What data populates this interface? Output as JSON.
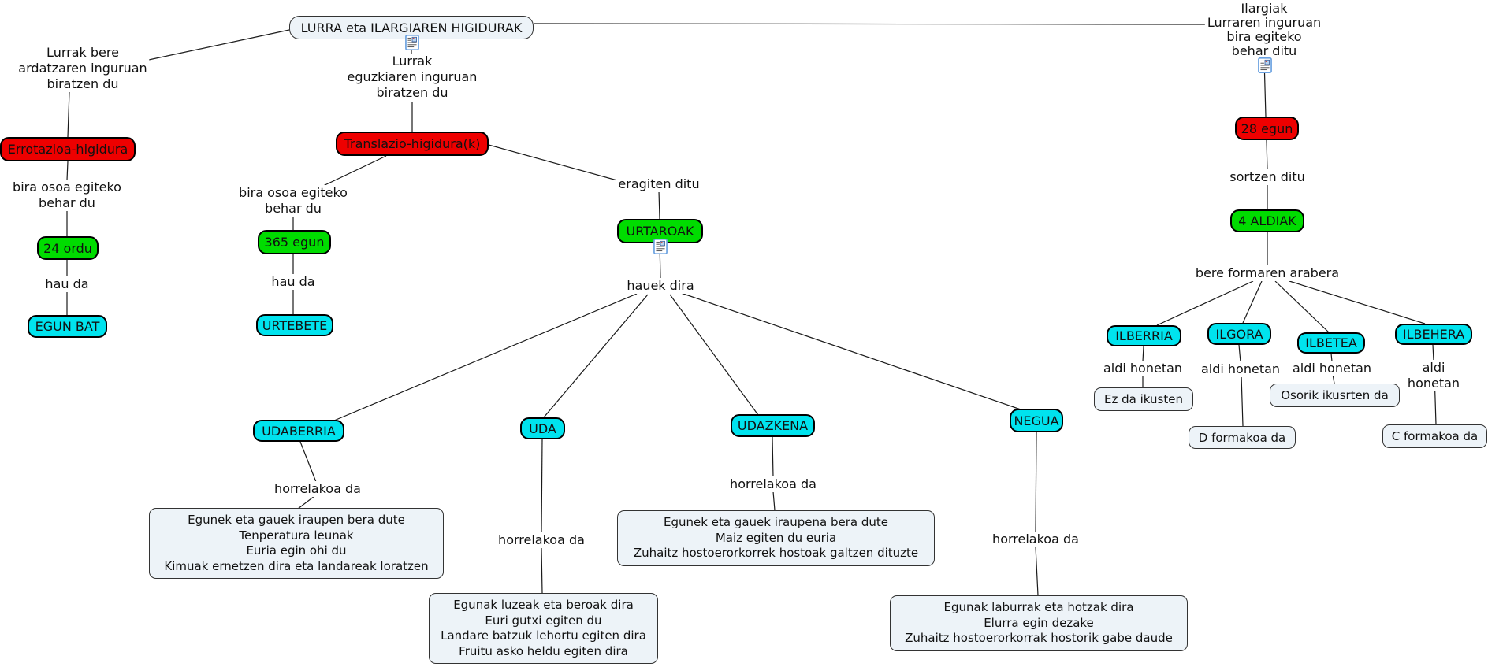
{
  "title": {
    "label": "LURRA eta ILARGIAREN HIGIDURAK"
  },
  "colors": {
    "red": "#ee0000",
    "green": "#00dc00",
    "cyan": "#00e3ee",
    "box_bg": "#edf3f8",
    "line": "#1a1a1a"
  },
  "icons": {
    "resource": "document-resource-icon"
  },
  "left_branch": {
    "link1": "Lurrak bere\nardatzaren inguruan\nbiratzen du",
    "concept1": "Errotazioa-higidura",
    "link2": "bira osoa egiteko\nbehar du",
    "concept2": "24 ordu",
    "link3": "hau da",
    "concept3": "EGUN BAT"
  },
  "middle_branch": {
    "link1": "Lurrak\neguzkiaren inguruan\nbiratzen du",
    "concept1": "Translazio-higidura(k)",
    "link2": "bira osoa egiteko\nbehar du",
    "concept2": "365 egun",
    "link3": "hau da",
    "concept3": "URTEBETE",
    "link4": "eragiten ditu",
    "concept4": "URTAROAK",
    "link5": "hauek dira"
  },
  "seasons": [
    {
      "name": "UDABERRIA",
      "link": "horrelakoa da",
      "description": "Egunek eta gauek iraupen bera dute\nTenperatura leunak\nEuria egin ohi du\nKimuak ernetzen dira eta landareak loratzen"
    },
    {
      "name": "UDA",
      "link": "horrelakoa da",
      "description": "Egunak luzeak eta beroak dira\nEuri gutxi egiten du\nLandare batzuk lehortu egiten dira\nFruitu asko heldu egiten dira"
    },
    {
      "name": "UDAZKENA",
      "link": "horrelakoa da",
      "description": "Egunek eta gauek iraupena bera dute\nMaiz egiten du euria\nZuhaitz hostoerorkorrek hostoak galtzen dituzte"
    },
    {
      "name": "NEGUA",
      "link": "horrelakoa da",
      "description": "Egunak laburrak eta hotzak dira\nElurra egin dezake\nZuhaitz hostoerorkorrak hostorik gabe daude"
    }
  ],
  "right_branch": {
    "link1": "Ilargiak\nLurraren inguruan\nbira egiteko\nbehar ditu",
    "concept1": "28 egun",
    "link2": "sortzen ditu",
    "concept2": "4 ALDIAK",
    "link3": "bere formaren arabera"
  },
  "moon_phases": [
    {
      "name": "ILBERRIA",
      "link": "aldi honetan",
      "result": "Ez da ikusten"
    },
    {
      "name": "ILGORA",
      "link": "aldi honetan",
      "result": "D formakoa da"
    },
    {
      "name": "ILBETEA",
      "link": "aldi honetan",
      "result": "Osorik ikusrten da"
    },
    {
      "name": "ILBEHERA",
      "link": "aldi honetan",
      "result": "C formakoa da"
    }
  ]
}
